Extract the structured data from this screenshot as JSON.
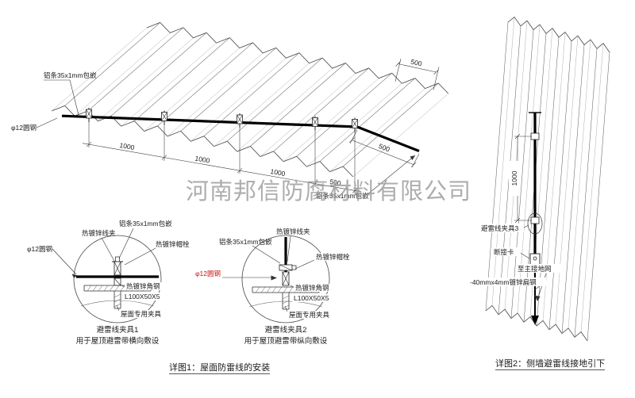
{
  "watermark": "河南邦信防腐材料有限公司",
  "colors": {
    "line": "#444444",
    "wire": "#000000",
    "accent_red": "#cc1111",
    "watermark_gray": "#9f9f9f"
  },
  "main_drawing": {
    "label_strip_top": "铝条35x1mm包嵌",
    "label_rod": "φ12圆钢",
    "label_strip_bottom": "铝条35x1mm包嵌",
    "dims": [
      "1000",
      "1000",
      "1000",
      "500",
      "500",
      "500"
    ]
  },
  "detail1": {
    "label_wire_clip": "热镀锌线夹",
    "label_strip": "铝条35x1mm包嵌",
    "label_cap_bolt": "热镀锌帽栓",
    "label_rod": "φ12圆钢",
    "label_angle": "热镀锌角钢",
    "label_angle_size": "L100X50X5",
    "label_roof_clamp": "屋面专用夹具",
    "title": "避雷线夹具1",
    "subtitle": "用于屋顶避雷带横向敷设"
  },
  "detail2": {
    "label_strip": "铝条35x1mm包嵌",
    "label_wire_clip": "热镀锌线夹",
    "label_cap_bolt": "热镀锌帽栓",
    "label_rod": "φ12圆钢",
    "label_angle": "热镀锌角钢",
    "label_angle_size": "L100X50X5",
    "label_roof_clamp": "屋面专用夹具",
    "title": "避雷线夹具2",
    "subtitle": "用于屋顶避雷带纵向敷设"
  },
  "wall_drawing": {
    "label_clamp3": "避雷线夹具3",
    "label_disconnect": "断接卡",
    "label_to_ground": "至主接地网",
    "label_flat_steel": "-40mmx4mm镀锌扁钢",
    "dim_vertical": "1000"
  },
  "captions": {
    "detail1": "详图1：屋面防雷线的安装",
    "detail2": "详图2：侧墙避雷线接地引下"
  }
}
